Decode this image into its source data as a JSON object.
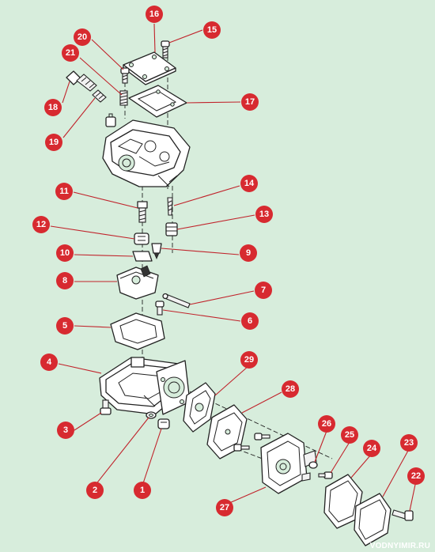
{
  "diagram": {
    "callouts": [
      "1",
      "2",
      "3",
      "4",
      "5",
      "6",
      "7",
      "8",
      "9",
      "10",
      "11",
      "12",
      "13",
      "14",
      "15",
      "16",
      "17",
      "18",
      "19",
      "20",
      "21",
      "22",
      "23",
      "24",
      "25",
      "26",
      "27",
      "28",
      "29"
    ]
  },
  "watermark": "VODNYIMIR.RU",
  "colors": {
    "background": "#d7eddc",
    "callout": "#d72a30",
    "leader": "#c0222a"
  }
}
